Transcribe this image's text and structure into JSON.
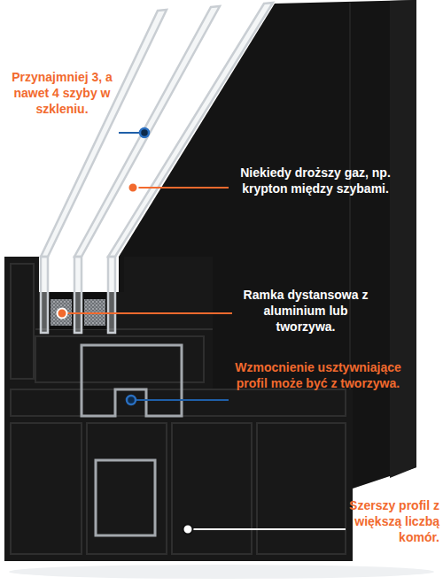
{
  "diagram": {
    "labels": [
      "Przynajmniej 3, a nawet 4 szyby w szkleniu.",
      "Niekiedy droższy gaz, np. krypton między szybami.",
      "Ramka dystansowa z aluminium lub tworzywa.",
      "Wzmocnienie usztywniające profil może być z tworzywa.",
      "Szerszy profil z większą liczbą komór."
    ]
  }
}
